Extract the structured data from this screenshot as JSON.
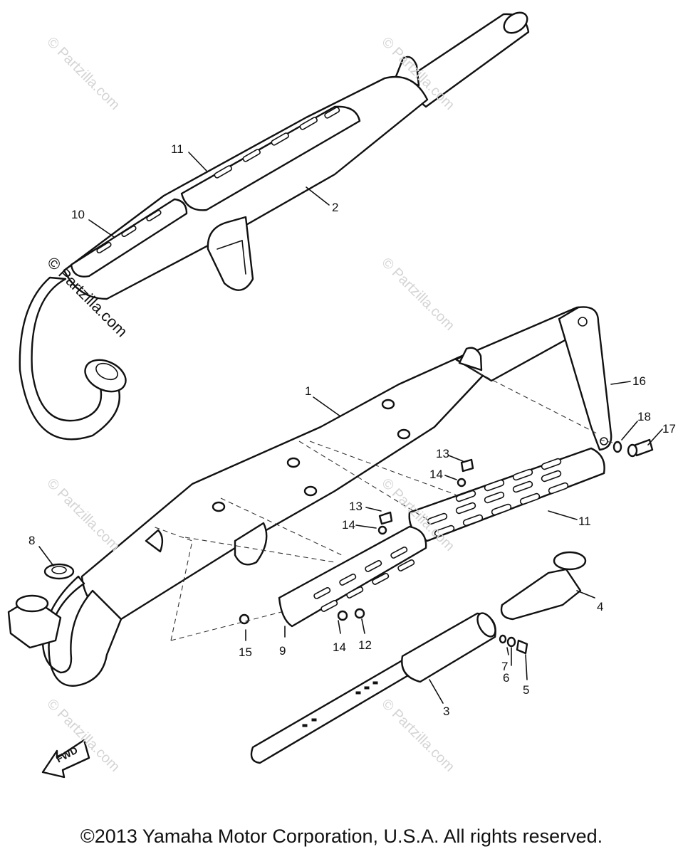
{
  "watermarks": {
    "faded": "© Partzilla.com",
    "prominent": "© Partzilla.com"
  },
  "callouts": [
    "1",
    "2",
    "3",
    "4",
    "5",
    "6",
    "7",
    "8",
    "9",
    "10",
    "11",
    "11",
    "12",
    "13",
    "13",
    "14",
    "14",
    "14",
    "15",
    "16",
    "17",
    "18"
  ],
  "fwd_label": "FWD",
  "copyright": "©2013 Yamaha Motor Corporation, U.S.A. All rights reserved."
}
